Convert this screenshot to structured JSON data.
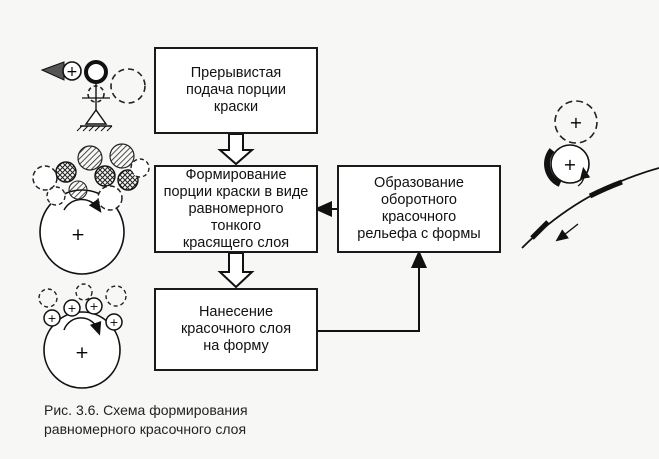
{
  "blocks": {
    "feed": "Прерывистая\nподача порции\nкраски",
    "form": "Формирование\nпорции краски в виде\nравномерного тонкого\nкрасящего слоя",
    "apply": "Нанесение\nкрасочного слоя\nна форму",
    "relief": "Образование\nоборотного\nкрасочного\nрельефа с формы"
  },
  "caption": {
    "line1": "Рис. 3.6. Схема формирования",
    "line2": "равномерного красочного слоя"
  },
  "symbols": {
    "plus": "+"
  }
}
